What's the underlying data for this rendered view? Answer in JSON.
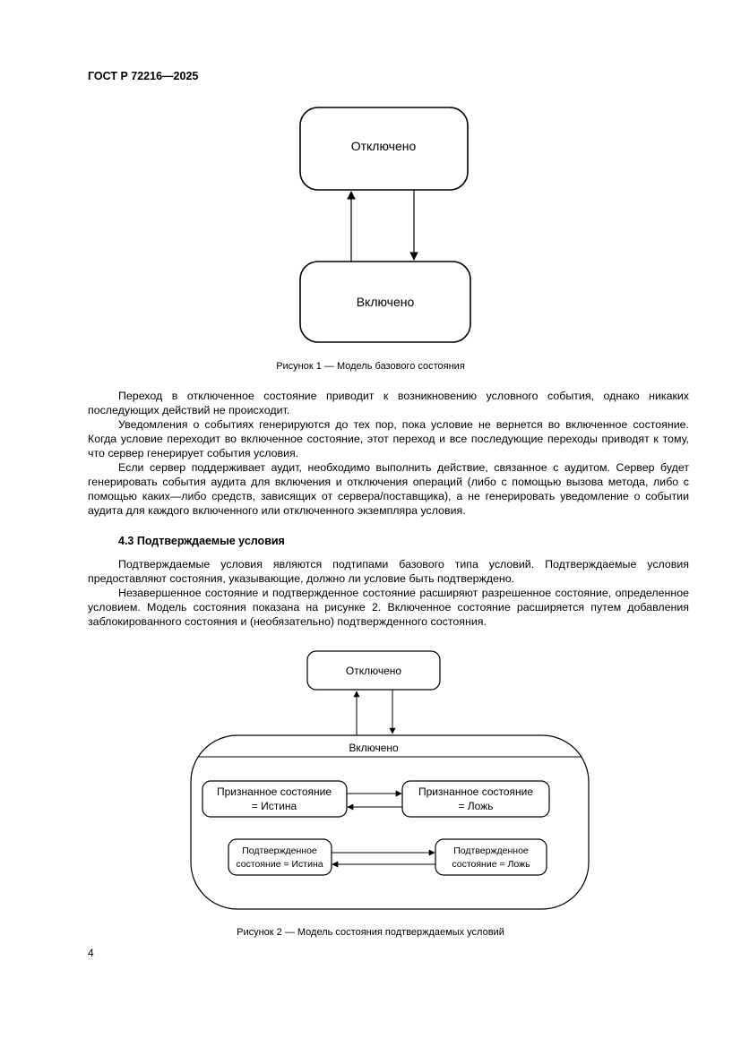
{
  "header": {
    "doc_id": "ГОСТ Р 72216—2025"
  },
  "figure1": {
    "state_disabled": "Отключено",
    "state_enabled": "Включено",
    "caption": "Рисунок 1 — Модель базового состояния"
  },
  "paragraphs1": [
    "Переход в отключенное состояние приводит к возникновению условного события, однако никаких последующих действий не происходит.",
    "Уведомления о событиях генерируются до тех пор, пока условие не вернется во включенное состояние. Когда условие переходит во включенное состояние, этот переход и все последующие переходы приводят к тому, что сервер генерирует события условия.",
    "Если сервер поддерживает аудит, необходимо выполнить действие, связанное с аудитом. Сервер будет генерировать события аудита для включения и отключения операций (либо с помощью вызова метода, либо с помощью каких—либо средств, зависящих от сервера/поставщика), а не генерировать уведомление о событии аудита для каждого включенного или отключенного экземпляра условия."
  ],
  "section": {
    "heading": "4.3 Подтверждаемые условия"
  },
  "paragraphs2": [
    "Подтверждаемые условия являются подтипами базового типа условий. Подтверждаемые условия предоставляют состояния, указывающие, должно ли условие быть подтверждено.",
    "Незавершенное состояние и подтвержденное состояние расширяют разрешенное состояние, определенное условием. Модель состояния показана на рисунке 2. Включенное состояние расширяется путем добавления заблокированного состояния и (необязательно) подтвержденного состояния."
  ],
  "figure2": {
    "state_disabled": "Отключено",
    "state_enabled": "Включено",
    "acked_true_line1": "Признанное состояние",
    "acked_true_line2": "= Истина",
    "acked_false_line1": "Признанное состояние",
    "acked_false_line2": "= Ложь",
    "confirmed_true_line1": "Подтвержденное",
    "confirmed_true_line2": "состояние = Истина",
    "confirmed_false_line1": "Подтвержденное",
    "confirmed_false_line2": "состояние = Ложь",
    "caption": "Рисунок 2 — Модель состояния подтверждаемых условий"
  },
  "page": {
    "number": "4"
  }
}
